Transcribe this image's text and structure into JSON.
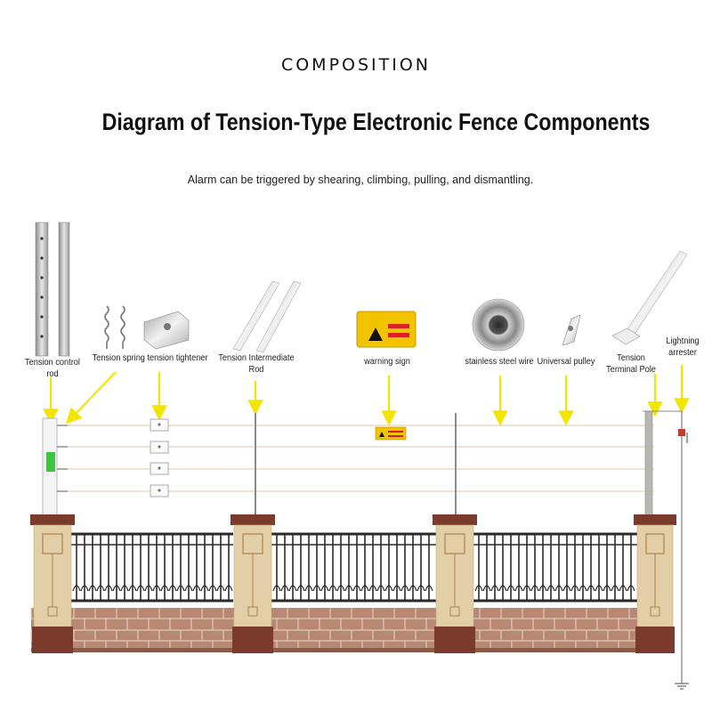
{
  "header": {
    "kicker": "COMPOSITION",
    "title": "Diagram of Tension-Type Electronic Fence Components",
    "subtitle": "Alarm can be triggered by shearing, climbing, pulling, and dismantling."
  },
  "components": [
    {
      "id": "tension-control-rod",
      "label": "Tension control rod",
      "icon": "tension-control-rod-icon"
    },
    {
      "id": "tension-spring-tightener",
      "label": "Tension spring tension tightener",
      "icon": "spring-tightener-icon"
    },
    {
      "id": "tension-intermediate-rod",
      "label": "Tension Intermediate Rod",
      "icon": "intermediate-rod-icon"
    },
    {
      "id": "warning-sign",
      "label": "warning sign",
      "icon": "warning-sign-icon"
    },
    {
      "id": "stainless-steel-wire",
      "label": "stainless steel wire",
      "icon": "wire-coil-icon"
    },
    {
      "id": "universal-pulley",
      "label": "Universal pulley",
      "icon": "pulley-icon"
    },
    {
      "id": "tension-terminal-pole",
      "label": "Tension Terminal Pole",
      "icon": "terminal-pole-icon"
    },
    {
      "id": "lightning-arrester",
      "label": "Lightning arrester",
      "icon": "lightning-arrester-icon"
    }
  ],
  "colors": {
    "arrow": "#f2e600",
    "wire": "#e8dcc4",
    "brick": "#b88872",
    "pillar": "#e3cfa7",
    "pillar_dark": "#7b3b2c",
    "railing": "#2a2a2a"
  }
}
